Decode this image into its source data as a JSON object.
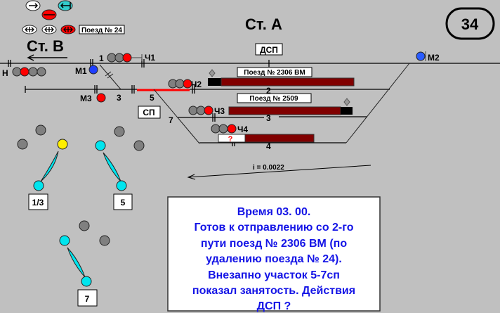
{
  "station_title": "Ст. А",
  "neighbor_station": "Ст. В",
  "slide_number": "34",
  "top_indicator": {
    "train_label": "Поезд № 24"
  },
  "labels": {
    "dsp": "ДСП",
    "sp": "СП",
    "gradient": "i = 0.0022"
  },
  "signals": {
    "n": "Н",
    "m1": "М1",
    "m2": "М2",
    "m3": "М3",
    "ch1": "Ч1",
    "ch2": "Ч2",
    "ch3": "Ч3",
    "ch4": "Ч4"
  },
  "switches": {
    "s1": "1",
    "s3": "3",
    "s5": "5",
    "s7": "7"
  },
  "tracks": {
    "t2": "2",
    "t3": "3",
    "t4": "4"
  },
  "trains": {
    "track2": "Поезд № 2306 ВМ",
    "track3": "Поезд № 2509",
    "track4": "?"
  },
  "switch_panels": [
    {
      "label": "1/3"
    },
    {
      "label": "5"
    },
    {
      "label": "7"
    }
  ],
  "message": {
    "lines": [
      "Время 03. 00.",
      "Готов к отправлению со 2-го",
      "пути поезд № 2306 ВМ (по",
      "удалению поезда № 24).",
      "Внезапно участок 5-7сп",
      "показал занятость. Действия",
      "ДСП ?"
    ]
  },
  "colors": {
    "background": "#c0c0c0",
    "occupied": "#800000",
    "signal_red": "#ff0000",
    "signal_blue": "#2a5cff",
    "signal_gray": "#808080",
    "switch_cyan": "#00e5ee",
    "signal_yellow": "#ffee00",
    "message_text": "#1414e6"
  }
}
